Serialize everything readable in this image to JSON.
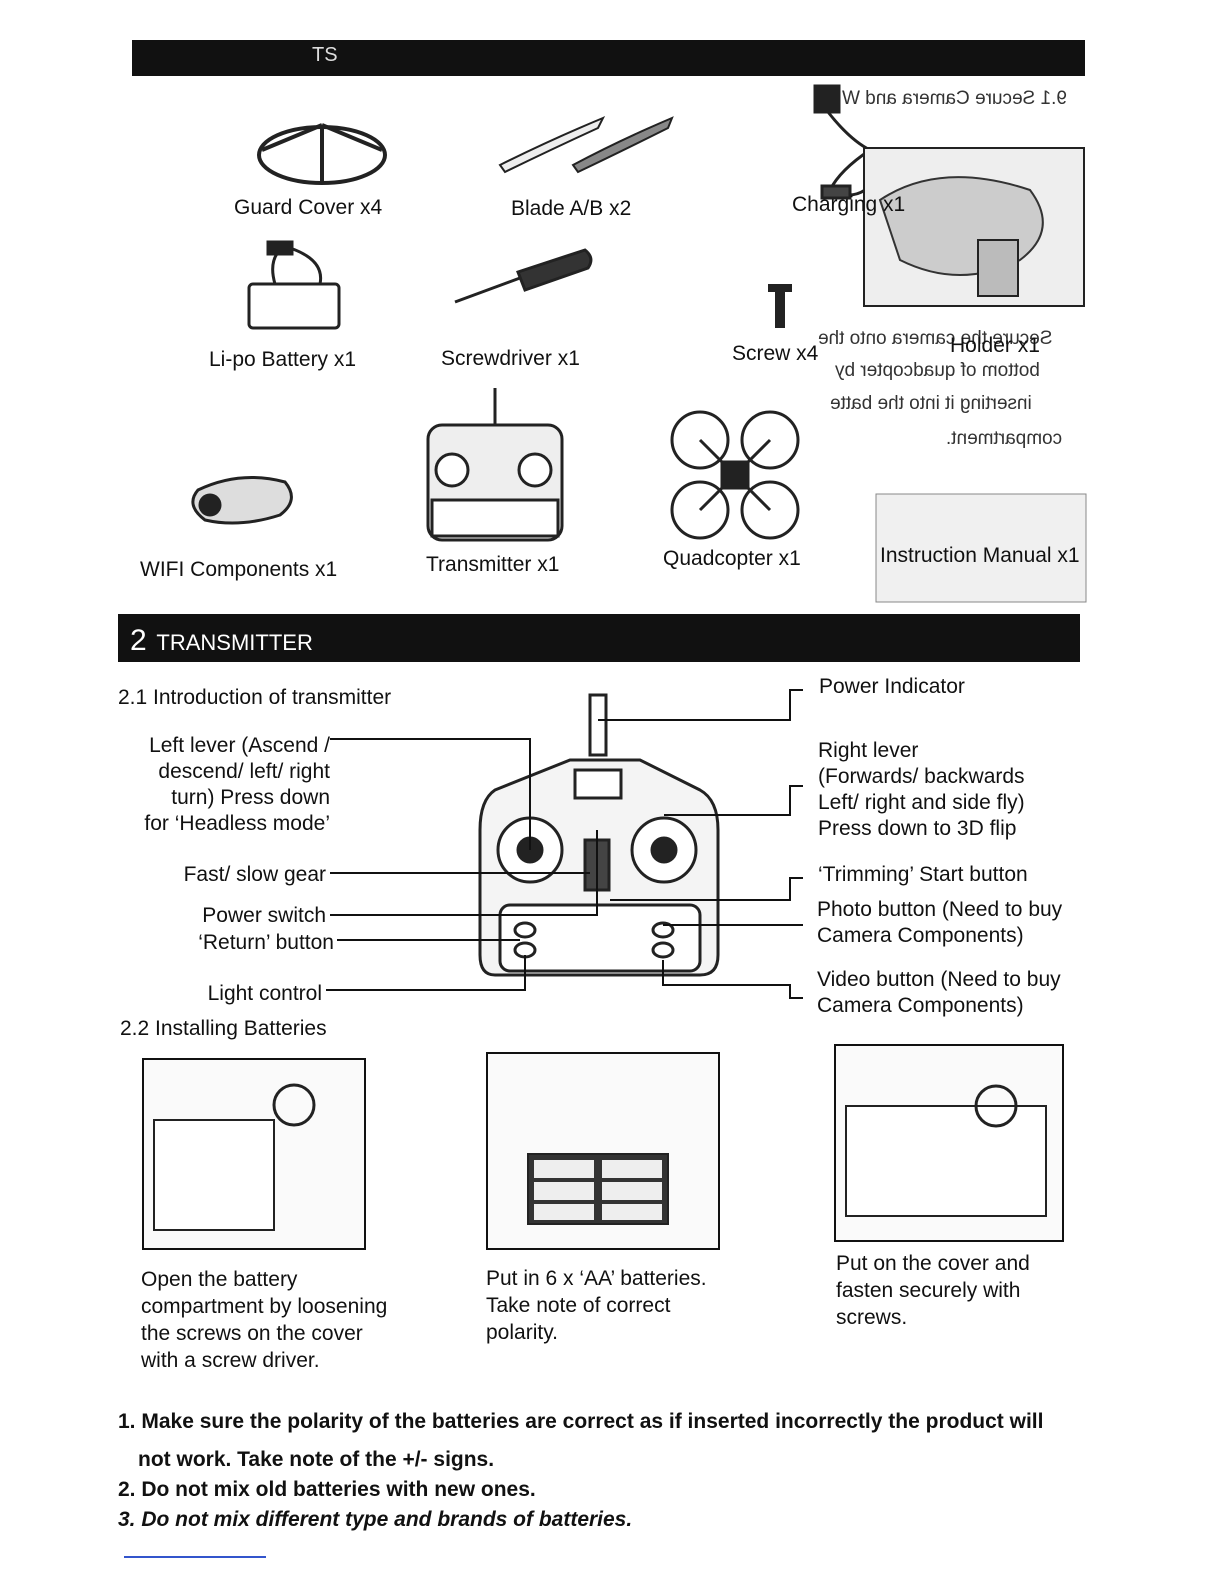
{
  "section1": {
    "header_text": "TS"
  },
  "overlay_instruction": {
    "line1": "9.1 Secure Camera and W",
    "lines": [
      "Secure the camera onto the",
      "bottom of quadcopter by",
      "inserting it into the batte",
      "compartment."
    ]
  },
  "parts": [
    {
      "label": "Guard Cover x4",
      "icon": "guard-cover-icon"
    },
    {
      "label": "Blade A/B x2",
      "icon": "blade-icon"
    },
    {
      "label": "Charging x1",
      "icon": "charging-cable-icon"
    },
    {
      "label": "Li-po Battery x1",
      "icon": "battery-icon"
    },
    {
      "label": "Screwdriver x1",
      "icon": "screwdriver-icon"
    },
    {
      "label": "Screw x4",
      "icon": "screw-icon"
    },
    {
      "label": "Holder x1",
      "icon": "holder-icon"
    },
    {
      "label": "WIFI Components x1",
      "icon": "wifi-camera-icon"
    },
    {
      "label": "Transmitter x1",
      "icon": "transmitter-icon"
    },
    {
      "label": "Quadcopter x1",
      "icon": "quadcopter-icon"
    },
    {
      "label": "Instruction Manual x1",
      "icon": "manual-icon"
    }
  ],
  "section2": {
    "number": "2",
    "title": "TRANSMITTER"
  },
  "intro_heading": "2.1 Introduction of transmitter",
  "callouts_left": [
    "Left lever (Ascend /\ndescend/ left/ right\nturn) Press down\nfor ‘Headless mode’",
    "Fast/ slow gear",
    "Power switch",
    "‘Return’ button",
    "Light control"
  ],
  "callouts_right": [
    "Power Indicator",
    "Right lever\n(Forwards/ backwards\nLeft/ right and side fly)\nPress down to 3D flip",
    "‘Trimming’ Start button",
    "Photo button (Need to buy\nCamera Components)",
    "Video button (Need to buy\nCamera Components)"
  ],
  "batteries_heading": "2.2 Installing Batteries",
  "steps": [
    "Open the battery\ncompartment by loosening\nthe screws on the cover\nwith a screw driver.",
    "Put in 6 x ‘AA’ batteries.\nTake note of correct\npolarity.",
    "Put on the cover and\nfasten securely with\nscrews."
  ],
  "notes": [
    "1. Make sure the polarity of the batteries are correct as if inserted incorrectly the product will",
    "not work. Take note of the +/- signs.",
    "2. Do not mix old batteries with new ones.",
    "3. Do not mix different type and brands of batteries."
  ]
}
